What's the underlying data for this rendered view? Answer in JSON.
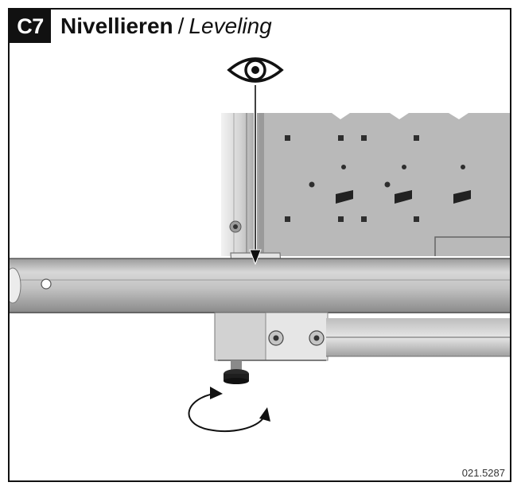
{
  "step": {
    "badge": "C7",
    "title_de": "Nivellieren",
    "separator": "/",
    "title_en": "Leveling"
  },
  "document_number": "021.5287",
  "colors": {
    "frame": "#111111",
    "badge_bg": "#111111",
    "badge_text": "#ffffff",
    "metal_light": "#c9c9c9",
    "metal_mid": "#a8a8a8",
    "metal_dark": "#6e6e6e"
  },
  "icons": [
    "eye-icon",
    "down-arrow",
    "rotate-arrow"
  ]
}
